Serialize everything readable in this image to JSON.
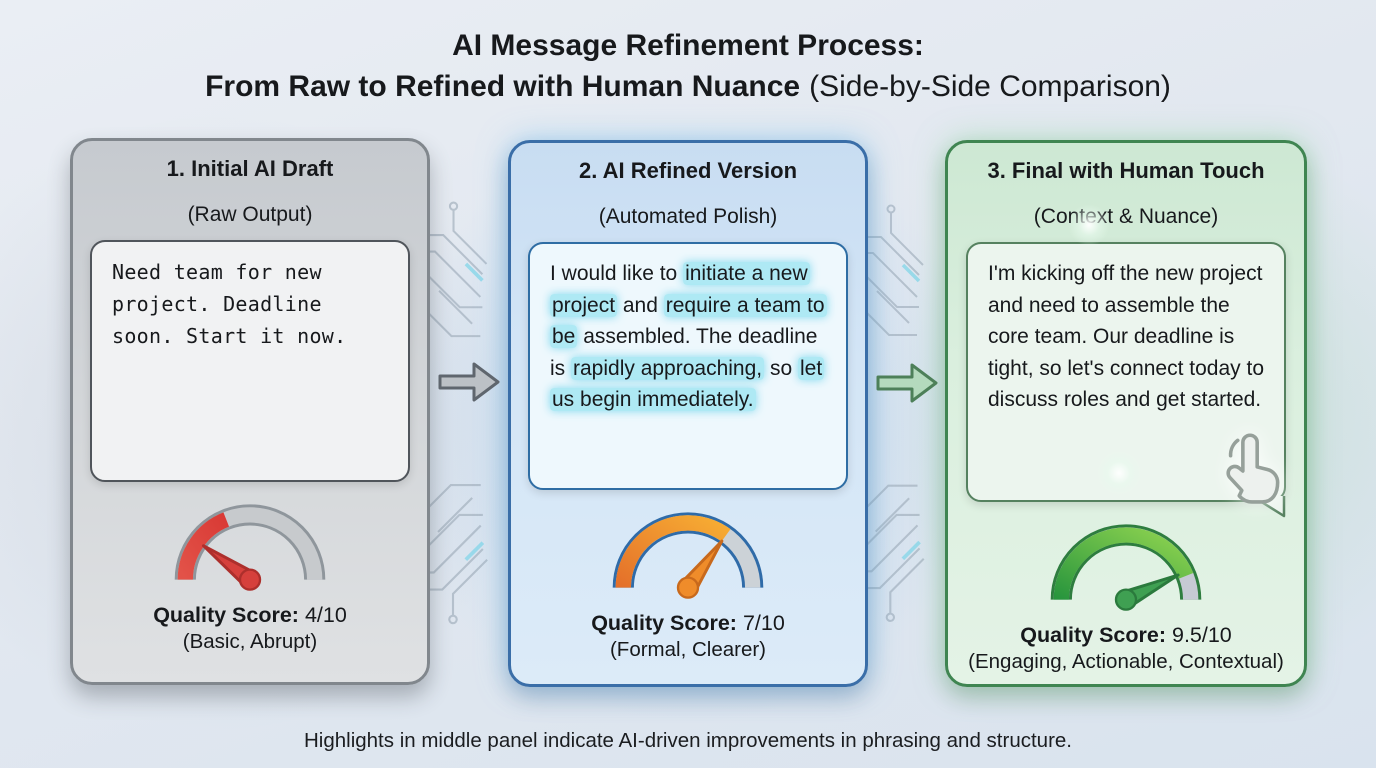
{
  "title": {
    "line1": "AI Message Refinement Process:",
    "line2_bold": "From Raw to Refined with Human Nuance",
    "line2_regular": "(Side-by-Side Comparison)"
  },
  "panels": [
    {
      "header": "1. Initial AI Draft",
      "subheader": "(Raw Output)",
      "message_segments": [
        {
          "text": "Need team for new project. Deadline soon. Start it now.",
          "highlight": false
        }
      ],
      "score_label": "Quality Score:",
      "score_value": "4/10",
      "score_note": "(Basic, Abrupt)",
      "gauge": {
        "score": 4,
        "max": 10,
        "arc_fraction": 0.38,
        "needle_fraction": 0.2,
        "arc_color_start": "#e25248",
        "arc_color_end": "#d93a35",
        "needle_color": "#d6403c",
        "needle_stroke": "#ad2f2c",
        "track_color": "#c7cacd",
        "outline_color": "#8f969c"
      }
    },
    {
      "header": "2. AI Refined Version",
      "subheader": "(Automated Polish)",
      "message_segments": [
        {
          "text": "I would like to ",
          "highlight": false
        },
        {
          "text": "initiate a new project",
          "highlight": true
        },
        {
          "text": " and ",
          "highlight": false
        },
        {
          "text": "require a team to be",
          "highlight": true
        },
        {
          "text": " assembled. The deadline is ",
          "highlight": false
        },
        {
          "text": "rapidly approaching,",
          "highlight": true
        },
        {
          "text": " so ",
          "highlight": false
        },
        {
          "text": "let us begin immediately.",
          "highlight": true
        }
      ],
      "score_label": "Quality Score:",
      "score_value": "7/10",
      "score_note": "(Formal, Clearer)",
      "gauge": {
        "score": 7,
        "max": 10,
        "arc_fraction": 0.7,
        "needle_fraction": 0.7,
        "arc_color_start": "#e4702a",
        "arc_color_end": "#f7ad33",
        "needle_color": "#ef8c2a",
        "needle_stroke": "#c8691c",
        "track_color": "#ccd2d7",
        "outline_color": "#2f6ba8"
      }
    },
    {
      "header": "3. Final with Human Touch",
      "subheader": "(Context & Nuance)",
      "message_segments": [
        {
          "text": "I'm kicking off the new project and need to assemble the core team. Our deadline is tight, so let's connect today to discuss roles and get started.",
          "highlight": false
        }
      ],
      "score_label": "Quality Score:",
      "score_value": "9.5/10",
      "score_note": "(Engaging, Actionable, Contextual)",
      "gauge": {
        "score": 9.5,
        "max": 10,
        "arc_fraction": 0.88,
        "needle_fraction": 0.86,
        "arc_color_start": "#28953d",
        "arc_color_end": "#8fd450",
        "needle_color": "#3fa052",
        "needle_stroke": "#2b7a3d",
        "track_color": "#c6cad4",
        "outline_color": "#2e7d3f"
      }
    }
  ],
  "arrows": [
    {
      "icon": "arrow-right",
      "style": "gray"
    },
    {
      "icon": "arrow-right",
      "style": "green"
    }
  ],
  "decor_icons": [
    "circuit-traces",
    "tap-cursor-icon",
    "sparkle"
  ],
  "caption": "Highlights in middle panel indicate AI-driven improvements in phrasing and structure.",
  "colors": {
    "background_top": "#eaeef4",
    "background_bottom": "#d9e3ee",
    "panel1_border": "#81878d",
    "panel2_border": "#3a6ea8",
    "panel3_border": "#3f8551",
    "highlight": "#aee9f4",
    "arrow1_fill": "#bcc1c6",
    "arrow1_stroke": "#5f666e",
    "arrow2_fill": "#b4dabd",
    "arrow2_stroke": "#4d8059"
  }
}
